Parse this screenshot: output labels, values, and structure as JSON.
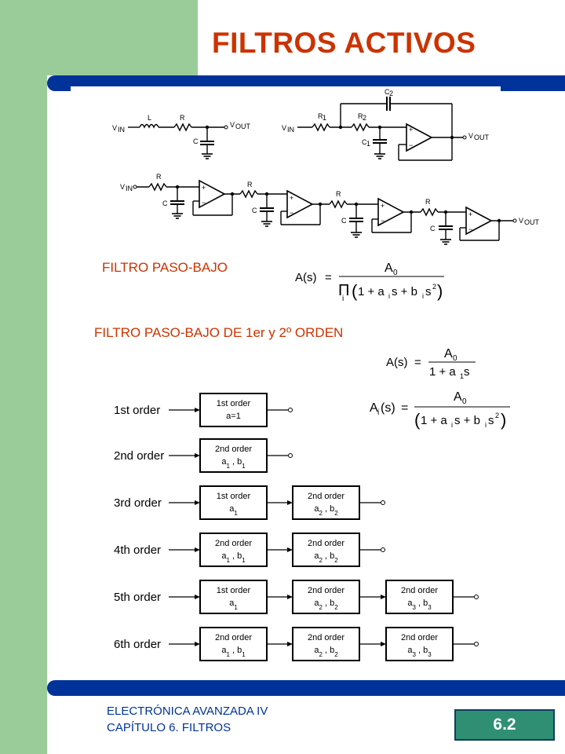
{
  "title": "FILTROS ACTIVOS",
  "heading_lowpass": "FILTRO PASO-BAJO",
  "heading_orders": "FILTRO PASO-BAJO DE 1er y 2º ORDEN",
  "circuits": {
    "vin": "V",
    "vin_sub": "IN",
    "vout": "V",
    "vout_sub": "OUT",
    "L": "L",
    "R": "R",
    "C": "C",
    "R1": "R",
    "R1_sub": "1",
    "R2": "R",
    "R2_sub": "2",
    "C1": "C",
    "C1_sub": "1",
    "C2": "C",
    "C2_sub": "2",
    "plus": "+",
    "minus": "−"
  },
  "equations": {
    "A_s": "A(s)",
    "eq": "=",
    "A0": "A",
    "A0_sub": "0",
    "pi": "Π",
    "pi_sub": "i",
    "den_general": [
      "1 + a",
      "i",
      "s + b",
      "i",
      "s",
      "2"
    ],
    "den_first": [
      "1 + a",
      "1",
      "s"
    ],
    "Ai_s": [
      "A",
      "i",
      "(s)"
    ]
  },
  "cascade": {
    "rows": [
      {
        "label": "1st order",
        "blocks": [
          {
            "l1": "1st order",
            "l2": "a=1"
          }
        ]
      },
      {
        "label": "2nd order",
        "blocks": [
          {
            "l1": "2nd order",
            "l2": "a1 , b1"
          }
        ]
      },
      {
        "label": "3rd order",
        "blocks": [
          {
            "l1": "1st order",
            "l2": "a1"
          },
          {
            "l1": "2nd order",
            "l2": "a2 , b2"
          }
        ]
      },
      {
        "label": "4th order",
        "blocks": [
          {
            "l1": "2nd order",
            "l2": "a1 , b1"
          },
          {
            "l1": "2nd order",
            "l2": "a2 , b2"
          }
        ]
      },
      {
        "label": "5th order",
        "blocks": [
          {
            "l1": "1st order",
            "l2": "a1"
          },
          {
            "l1": "2nd order",
            "l2": "a2 , b2"
          },
          {
            "l1": "2nd order",
            "l2": "a3 , b3"
          }
        ]
      },
      {
        "label": "6th order",
        "blocks": [
          {
            "l1": "2nd order",
            "l2": "a1 , b1"
          },
          {
            "l1": "2nd order",
            "l2": "a2 , b2"
          },
          {
            "l1": "2nd order",
            "l2": "a3 , b3"
          }
        ]
      }
    ]
  },
  "footer": {
    "line1": "ELECTRÓNICA AVANZADA IV",
    "line2": "CAPÍTULO 6. FILTROS",
    "page": "6.2"
  },
  "colors": {
    "title": "#cc3300",
    "bar": "#003399",
    "sidebar": "#99cc99",
    "badge": "#2f8f73"
  }
}
